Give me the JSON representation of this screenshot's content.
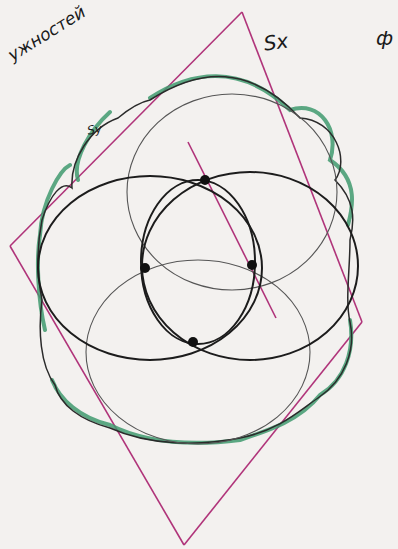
{
  "diagram": {
    "labels": [
      "ужностей",
      "Sx",
      "Sy",
      "ф"
    ]
  }
}
